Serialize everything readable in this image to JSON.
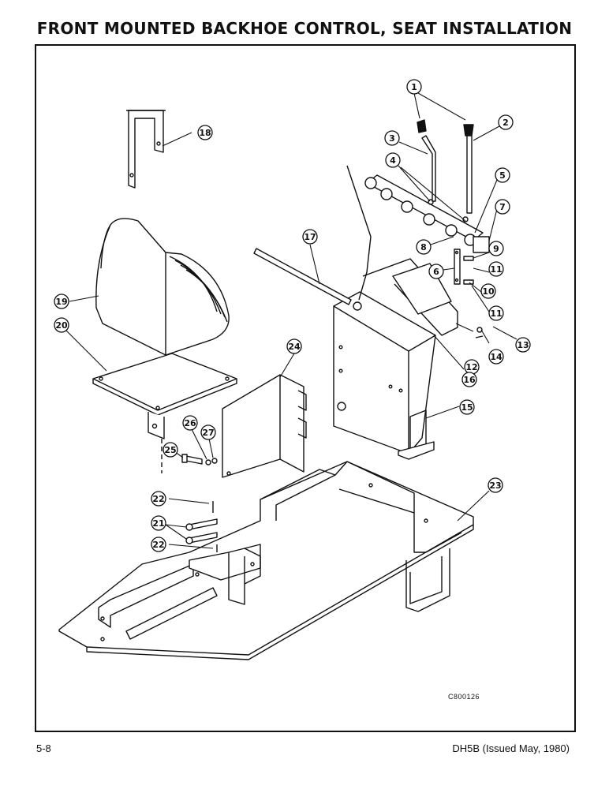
{
  "title": "FRONT MOUNTED BACKHOE CONTROL, SEAT INSTALLATION",
  "footer": {
    "page_number": "5-8",
    "document_ref": "DH5B (Issued May, 1980)"
  },
  "drawing_code": "C800126",
  "callouts": [
    "1",
    "2",
    "3",
    "4",
    "5",
    "6",
    "7",
    "8",
    "9",
    "10",
    "11",
    "11",
    "12",
    "13",
    "14",
    "15",
    "16",
    "17",
    "18",
    "19",
    "20",
    "21",
    "22",
    "22",
    "23",
    "24",
    "25",
    "26",
    "27"
  ],
  "colors": {
    "ink": "#111111",
    "paper": "#ffffff"
  }
}
